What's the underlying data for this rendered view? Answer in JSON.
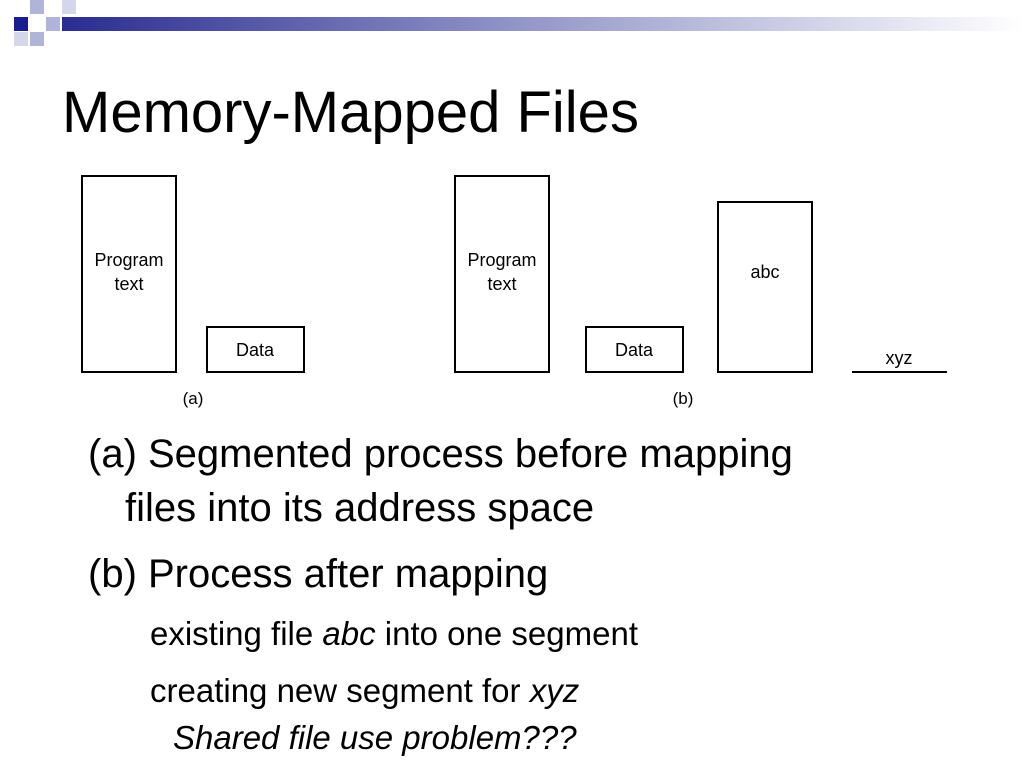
{
  "slide": {
    "title": "Memory-Mapped Files"
  },
  "figure": {
    "a": {
      "program_text_line1": "Program",
      "program_text_line2": "text",
      "data_label": "Data",
      "caption": "(a)"
    },
    "b": {
      "program_text_line1": "Program",
      "program_text_line2": "text",
      "data_label": "Data",
      "abc_label": "abc",
      "xyz_label": "xyz",
      "caption": "(b)"
    }
  },
  "bullets": {
    "a_line1": "(a) Segmented process before mapping",
    "a_line2": "files into its address space",
    "b_line1": "(b) Process after mapping",
    "sub1_pre": "existing file ",
    "sub1_italic": "abc",
    "sub1_post": " into one segment",
    "sub2_pre": "creating new segment for ",
    "sub2_italic": "xyz",
    "question": "Shared file use problem???"
  },
  "colors": {
    "deco_dark": "#1c1d8c",
    "deco_light": "#b0b4d8"
  }
}
